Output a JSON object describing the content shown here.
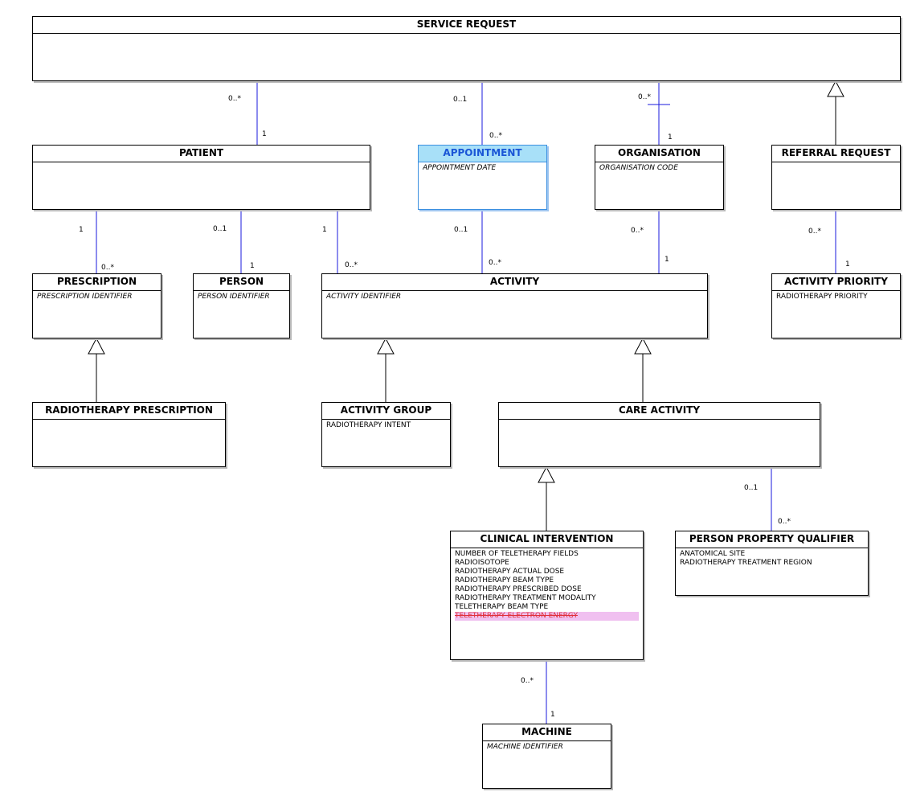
{
  "colors": {
    "association": "#1a1adc",
    "generalization": "#000000",
    "highlight_header": "#a8e0f8",
    "highlight_text": "#1a56d6",
    "removed_bg": "#f0c0f0",
    "removed_text": "#e0303a"
  },
  "classes": {
    "service_request": {
      "name": "SERVICE REQUEST",
      "attributes": []
    },
    "patient": {
      "name": "PATIENT",
      "attributes": []
    },
    "appointment": {
      "name": "APPOINTMENT",
      "attributes": [
        "APPOINTMENT DATE"
      ]
    },
    "organisation": {
      "name": "ORGANISATION",
      "attributes": [
        "ORGANISATION CODE"
      ]
    },
    "referral_request": {
      "name": "REFERRAL REQUEST",
      "attributes": []
    },
    "prescription": {
      "name": "PRESCRIPTION",
      "attributes": [
        "PRESCRIPTION IDENTIFIER"
      ]
    },
    "person": {
      "name": "PERSON",
      "attributes": [
        "PERSON IDENTIFIER"
      ]
    },
    "activity": {
      "name": "ACTIVITY",
      "attributes": [
        "ACTIVITY IDENTIFIER"
      ]
    },
    "activity_priority": {
      "name": "ACTIVITY PRIORITY",
      "attributes": [
        "RADIOTHERAPY PRIORITY"
      ]
    },
    "radiotherapy_prescription": {
      "name": "RADIOTHERAPY PRESCRIPTION",
      "attributes": []
    },
    "activity_group": {
      "name": "ACTIVITY GROUP",
      "attributes": [
        "RADIOTHERAPY INTENT"
      ]
    },
    "care_activity": {
      "name": "CARE ACTIVITY",
      "attributes": []
    },
    "clinical_intervention": {
      "name": "CLINICAL INTERVENTION",
      "attributes": [
        "NUMBER OF TELETHERAPY FIELDS",
        "RADIOISOTOPE",
        "RADIOTHERAPY ACTUAL DOSE",
        "RADIOTHERAPY BEAM TYPE",
        "RADIOTHERAPY PRESCRIBED DOSE",
        "RADIOTHERAPY TREATMENT MODALITY",
        "TELETHERAPY BEAM TYPE",
        "TELETHERAPY ELECTRON ENERGY"
      ],
      "removed_attribute": "TELETHERAPY ELECTRON ENERGY"
    },
    "person_property_qualifier": {
      "name": "PERSON PROPERTY QUALIFIER",
      "attributes": [
        "ANATOMICAL SITE",
        "RADIOTHERAPY TREATMENT REGION"
      ]
    },
    "machine": {
      "name": "MACHINE",
      "attributes": [
        "MACHINE IDENTIFIER"
      ]
    }
  },
  "multiplicities": {
    "sr_patient_top": "0..*",
    "sr_patient_bottom": "1",
    "sr_appointment_top": "0..1",
    "sr_appointment_bottom": "0..*",
    "sr_organisation_top": "0..*",
    "sr_organisation_bottom": "1",
    "patient_prescription_top": "1",
    "patient_prescription_bottom": "0..*",
    "patient_person_top": "0..1",
    "patient_person_bottom": "1",
    "patient_activity_top": "1",
    "patient_activity_bottom": "0..*",
    "appointment_activity_top": "0..1",
    "appointment_activity_bottom": "0..*",
    "organisation_activity_top": "0..*",
    "organisation_activity_bottom": "1",
    "referral_priority_top": "0..*",
    "referral_priority_bottom": "1",
    "care_ppq_top": "0..1",
    "care_ppq_bottom": "0..*",
    "ci_machine_top": "0..*",
    "ci_machine_bottom": "1"
  }
}
